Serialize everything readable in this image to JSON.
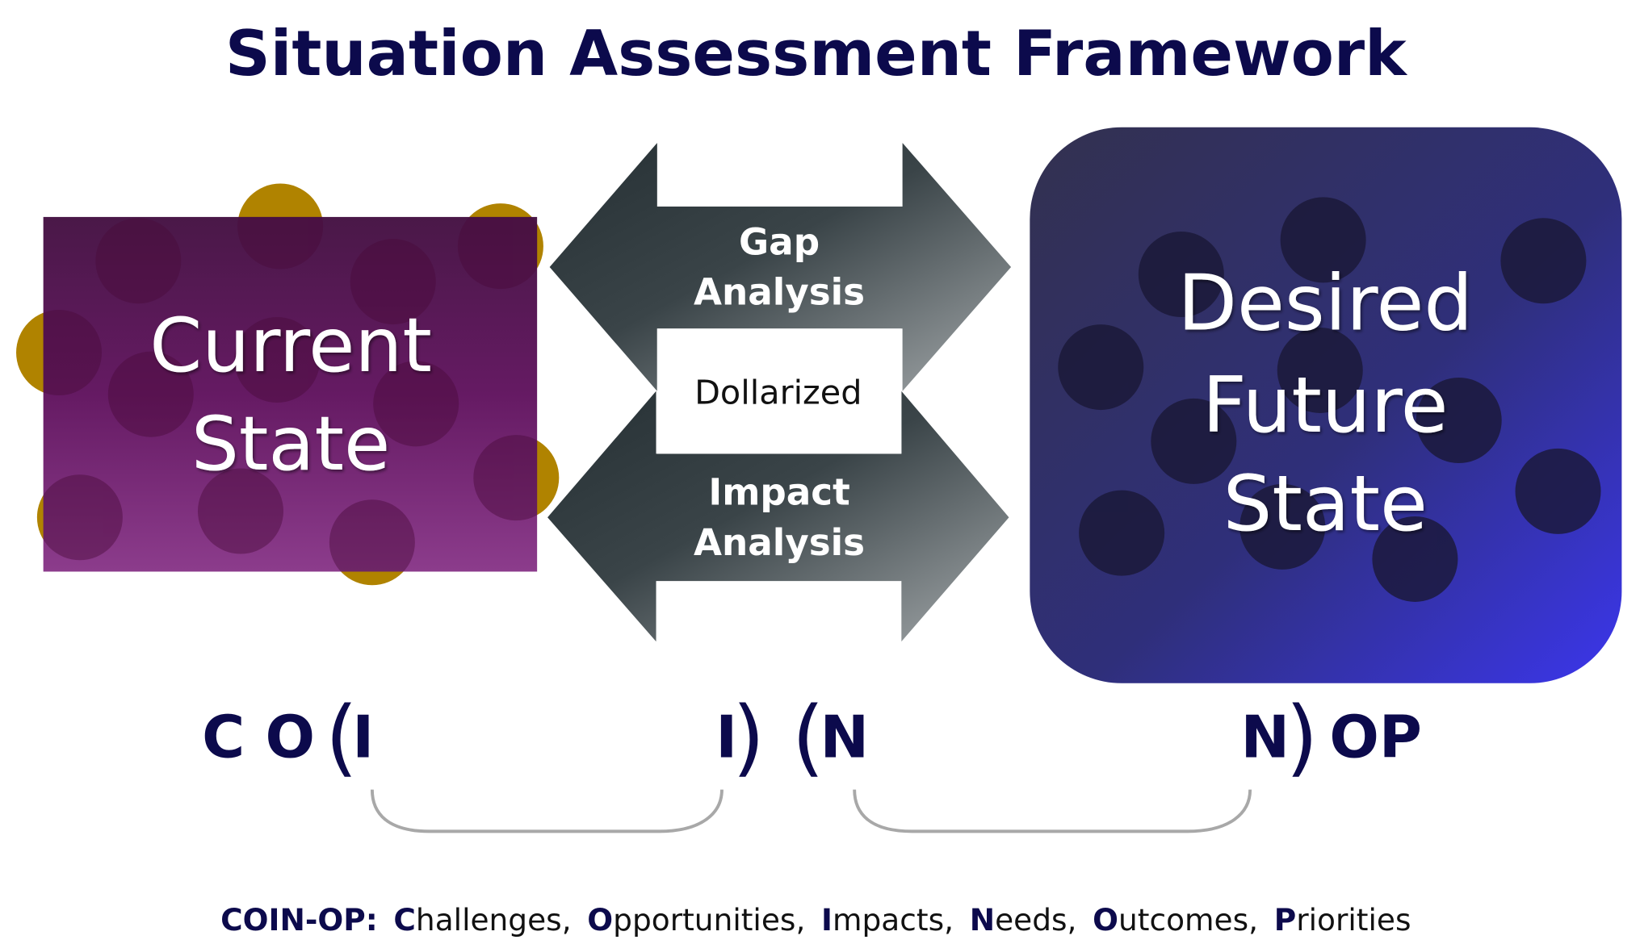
{
  "title": "Situation Assessment Framework",
  "current_state": {
    "line1": "Current",
    "line2": "State"
  },
  "desired_state": {
    "line1": "Desired",
    "line2": "Future",
    "line3": "State"
  },
  "gap_arrow": {
    "line1": "Gap",
    "line2": "Analysis"
  },
  "center_box": "Dollarized",
  "impact_arrow": {
    "line1": "Impact",
    "line2": "Analysis"
  },
  "coin_row": {
    "c_o": "C O",
    "open_paren_1": "(",
    "i_left": "I",
    "i_right": "I",
    "close_paren_1": ")",
    "open_paren_2": "(",
    "n_left": "N",
    "n_right": "N",
    "close_paren_2": ")",
    "op": "OP"
  },
  "legend": {
    "prefix": "COIN-OP:",
    "items": [
      {
        "initial": "C",
        "rest": "hallenges,"
      },
      {
        "initial": "O",
        "rest": "pportunities,"
      },
      {
        "initial": "I",
        "rest": "mpacts,"
      },
      {
        "initial": "N",
        "rest": "eeds,"
      },
      {
        "initial": "O",
        "rest": "utcomes,"
      },
      {
        "initial": "P",
        "rest": "riorities"
      }
    ]
  },
  "colors": {
    "navy": "#0c0a4c",
    "gold": "#b08300",
    "purple_top": "#4a1848",
    "purple_bottom": "#8c3c8c",
    "blue_dark": "#2f3156",
    "blue_bright": "#3a35e6"
  }
}
